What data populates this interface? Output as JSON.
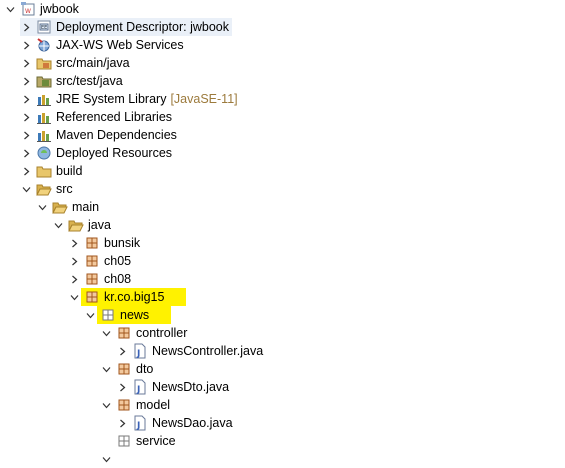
{
  "tree": {
    "nodes": [
      {
        "label": "jwbook",
        "icon": "web-project-icon",
        "toggle": "open",
        "depth": 0
      },
      {
        "label": "Deployment Descriptor: jwbook",
        "icon": "deployment-descriptor-icon",
        "toggle": "closed",
        "depth": 1,
        "selected": true
      },
      {
        "label": "JAX-WS Web Services",
        "icon": "web-services-icon",
        "toggle": "closed",
        "depth": 1
      },
      {
        "label": "src/main/java",
        "icon": "source-folder-icon",
        "toggle": "closed",
        "depth": 1
      },
      {
        "label": "src/test/java",
        "icon": "test-source-folder-icon",
        "toggle": "closed",
        "depth": 1
      },
      {
        "label": "JRE System Library",
        "decoration": "[JavaSE-11]",
        "icon": "library-icon",
        "toggle": "closed",
        "depth": 1
      },
      {
        "label": "Referenced Libraries",
        "icon": "library-icon",
        "toggle": "closed",
        "depth": 1
      },
      {
        "label": "Maven Dependencies",
        "icon": "library-icon",
        "toggle": "closed",
        "depth": 1
      },
      {
        "label": "Deployed Resources",
        "icon": "deployed-resources-icon",
        "toggle": "closed",
        "depth": 1
      },
      {
        "label": "build",
        "icon": "folder-icon",
        "toggle": "closed",
        "depth": 1
      },
      {
        "label": "src",
        "icon": "folder-open-icon",
        "toggle": "open",
        "depth": 1
      },
      {
        "label": "main",
        "icon": "folder-open-icon",
        "toggle": "open",
        "depth": 2
      },
      {
        "label": "java",
        "icon": "folder-open-icon",
        "toggle": "open",
        "depth": 3
      },
      {
        "label": "bunsik",
        "icon": "package-icon",
        "toggle": "closed",
        "depth": 4
      },
      {
        "label": "ch05",
        "icon": "package-icon",
        "toggle": "closed",
        "depth": 4
      },
      {
        "label": "ch08",
        "icon": "package-icon",
        "toggle": "closed",
        "depth": 4
      },
      {
        "label": "kr.co.big15",
        "icon": "package-icon",
        "toggle": "open",
        "depth": 4,
        "highlighted": true
      },
      {
        "label": "news",
        "icon": "package-empty-icon",
        "toggle": "open",
        "depth": 5,
        "highlighted": true
      },
      {
        "label": "controller",
        "icon": "package-icon",
        "toggle": "open",
        "depth": 6
      },
      {
        "label": "NewsController.java",
        "icon": "java-file-icon",
        "toggle": "closed",
        "depth": 7
      },
      {
        "label": "dto",
        "icon": "package-icon",
        "toggle": "open",
        "depth": 6
      },
      {
        "label": "NewsDto.java",
        "icon": "java-file-icon",
        "toggle": "closed",
        "depth": 7
      },
      {
        "label": "model",
        "icon": "package-icon",
        "toggle": "open",
        "depth": 6
      },
      {
        "label": "NewsDao.java",
        "icon": "java-file-icon",
        "toggle": "closed",
        "depth": 7
      },
      {
        "label": "service",
        "icon": "package-empty-icon",
        "toggle": "none",
        "depth": 6
      },
      {
        "label": "",
        "icon": "",
        "toggle": "open",
        "depth": 6
      }
    ]
  },
  "colors": {
    "highlight": "#fff200",
    "selection": "#eaf0f8",
    "decoration": "#9c7a3c",
    "folder": "#e8c66a",
    "package": "#c9733a"
  }
}
